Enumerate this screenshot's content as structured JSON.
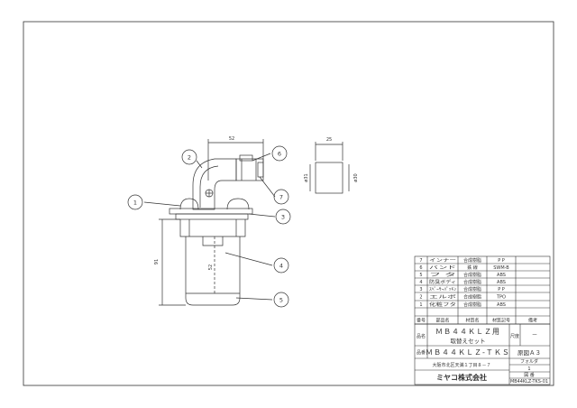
{
  "drawing": {
    "dimensions": {
      "width_top": "52",
      "plug_width": "25",
      "plug_dia_left": "ø31",
      "plug_dia_right": "ø30",
      "total_height": "91",
      "inner_height": "52"
    },
    "callouts": [
      "1",
      "2",
      "3",
      "4",
      "5",
      "6",
      "7"
    ]
  },
  "parts_table": {
    "rows": [
      {
        "no": "7",
        "name": "インナー",
        "material": "合成樹脂",
        "symbol": "P P"
      },
      {
        "no": "6",
        "name": "バンド",
        "material": "鉄 線",
        "symbol": "SWM-B"
      },
      {
        "no": "5",
        "name": "フ タ",
        "material": "合成樹脂",
        "symbol": "ABS"
      },
      {
        "no": "4",
        "name": "防臭ボディ",
        "material": "合成樹脂",
        "symbol": "ABS"
      },
      {
        "no": "3",
        "name": "ｽﾍﾟｰｻｰﾊﾟｯｷﾝ",
        "material": "合成樹脂",
        "symbol": "P P"
      },
      {
        "no": "2",
        "name": "エルボ",
        "material": "合成樹脂",
        "symbol": "TPO"
      },
      {
        "no": "1",
        "name": "化粧フタ",
        "material": "合成樹脂",
        "symbol": "ABS"
      }
    ],
    "header": {
      "no": "番号",
      "name": "部品名",
      "material": "材質名",
      "symbol": "材質記号",
      "note": "備考"
    }
  },
  "title_block": {
    "label_name": "品 名",
    "product_name_line1": "ＭＢ４４ＫＬＺ用",
    "product_name_line2": "取替えセット",
    "label_scale": "尺 度",
    "scale": "－",
    "label_code": "品 番",
    "product_code": "ＭＢ４４ＫＬＺ-ＴＫＳ",
    "sheet_size": "原図Ａ３",
    "label_folder": "フォルダ",
    "folder_no": "1",
    "address": "大阪市北区天満１丁目８－７",
    "company": "ミヤコ株式会社",
    "label_drawing_no": "図 番",
    "drawing_no": "MB44KLZ-TKS-01"
  },
  "colors": {
    "line": "#333333",
    "paper": "#ffffff"
  }
}
